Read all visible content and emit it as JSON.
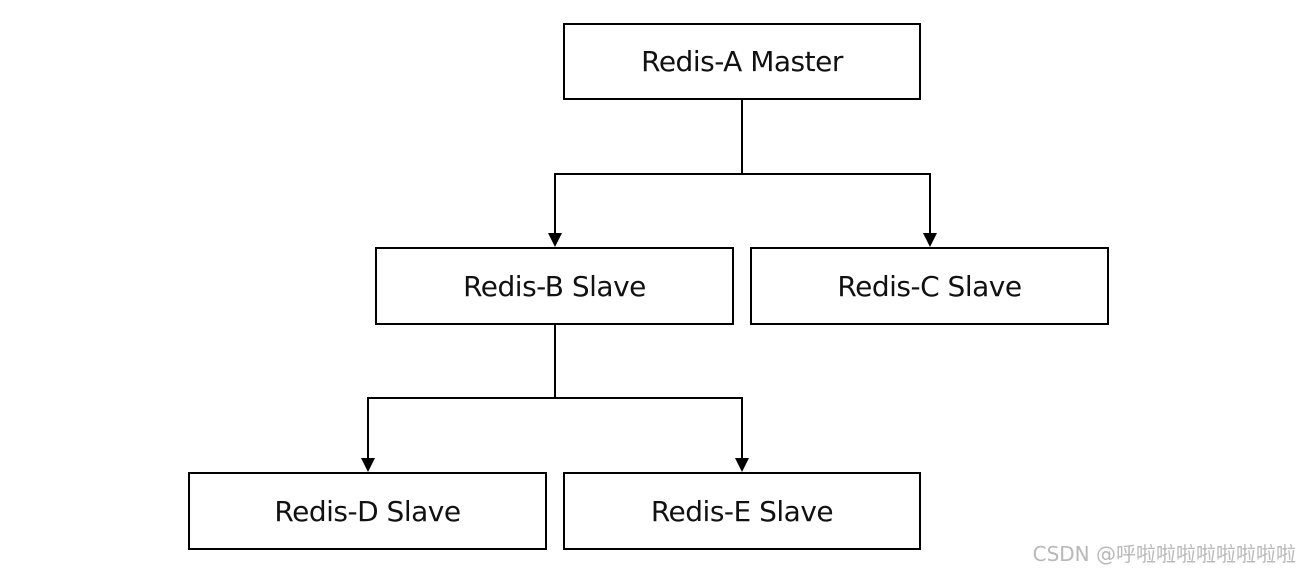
{
  "nodes": {
    "a": {
      "label": "Redis-A Master"
    },
    "b": {
      "label": "Redis-B Slave"
    },
    "c": {
      "label": "Redis-C Slave"
    },
    "d": {
      "label": "Redis-D Slave"
    },
    "e": {
      "label": "Redis-E Slave"
    }
  },
  "edges": [
    {
      "from": "a",
      "to": "b"
    },
    {
      "from": "a",
      "to": "c"
    },
    {
      "from": "b",
      "to": "d"
    },
    {
      "from": "b",
      "to": "e"
    }
  ],
  "watermark": {
    "text": "CSDN @呼啦啦啦啦啦啦啦啦"
  },
  "colors": {
    "line": "#000000",
    "box_border": "#000000",
    "text": "#111111",
    "watermark": "#b8b8b8"
  }
}
